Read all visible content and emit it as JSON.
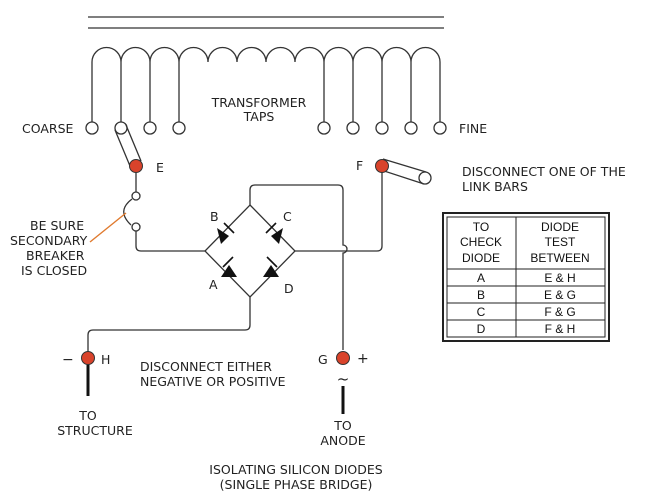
{
  "labels": {
    "transformer_taps_1": "TRANSFORMER",
    "transformer_taps_2": "TAPS",
    "coarse": "COARSE",
    "fine": "FINE",
    "e": "E",
    "f": "F",
    "disconnect_link_1": "DISCONNECT ONE OF THE",
    "disconnect_link_2": "LINK BARS",
    "be_sure_1": "BE SURE",
    "be_sure_2": "SECONDARY",
    "be_sure_3": "BREAKER",
    "be_sure_4": "IS CLOSED",
    "diode_b": "B",
    "diode_c": "C",
    "diode_a": "A",
    "diode_d": "D",
    "minus": "−",
    "h": "H",
    "g": "G",
    "plus": "+",
    "tilde": "~",
    "disconnect_either_1": "DISCONNECT EITHER",
    "disconnect_either_2": "NEGATIVE OR POSITIVE",
    "to_structure_1": "TO",
    "to_structure_2": "STRUCTURE",
    "to_anode_1": "TO",
    "to_anode_2": "ANODE",
    "caption_1": "ISOLATING SILICON DIODES",
    "caption_2": "(SINGLE PHASE BRIDGE)"
  },
  "table": {
    "header_col1": [
      "TO",
      "CHECK",
      "DIODE"
    ],
    "header_col2": [
      "DIODE",
      "TEST",
      "BETWEEN"
    ],
    "rows": [
      {
        "diode": "A",
        "between": "E & H"
      },
      {
        "diode": "B",
        "between": "E & G"
      },
      {
        "diode": "C",
        "between": "F & G"
      },
      {
        "diode": "D",
        "between": "F & H"
      }
    ]
  },
  "colors": {
    "terminal": "#d9432b",
    "leader": "#e07a2e",
    "line": "#333333"
  }
}
